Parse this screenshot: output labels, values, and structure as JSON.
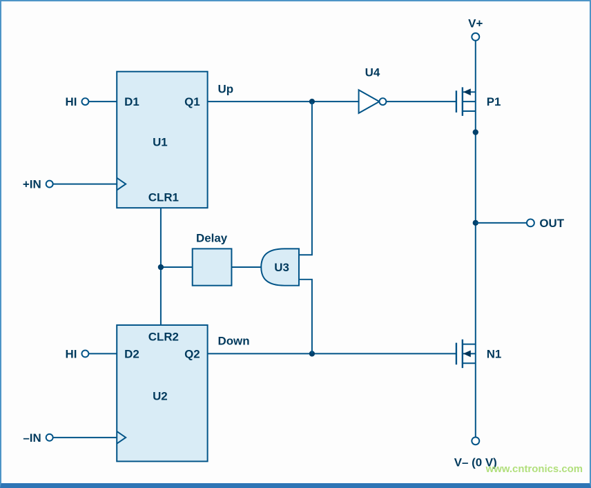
{
  "diagram_type": "circuit-schematic",
  "description": "Phase-frequency detector with charge-pump output stage",
  "colors": {
    "wire": "#005387",
    "component_fill": "#d9ecf6",
    "text": "#00395c",
    "border": "#4d94c7",
    "border_bottom": "#2e75b6",
    "watermark": "#a9dc6e",
    "background": "#fdfdfd"
  },
  "labels": {
    "u1": "U1",
    "u2": "U2",
    "u3": "U3",
    "u4": "U4",
    "d1": "D1",
    "q1": "Q1",
    "clr1": "CLR1",
    "d2": "D2",
    "q2": "Q2",
    "clr2": "CLR2",
    "hi_top": "HI",
    "hi_bottom": "HI",
    "in_plus": "+IN",
    "in_minus": "–IN",
    "up": "Up",
    "down": "Down",
    "delay": "Delay",
    "p1": "P1",
    "n1": "N1",
    "v_plus": "V+",
    "v_minus": "V– (0 V)",
    "out": "OUT"
  },
  "watermark": "www.cntronics.com"
}
